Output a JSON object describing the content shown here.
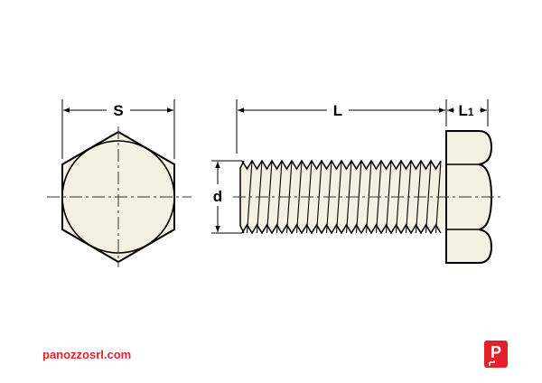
{
  "labels": {
    "s": "S",
    "l": "L",
    "l1_main": "L",
    "l1_sub": "1",
    "d": "d"
  },
  "brand": {
    "url": "panozzosrl.com",
    "logo_letter": "P",
    "color": "#e4202b"
  },
  "colors": {
    "line": "#000000",
    "fill": "#f4f0e2",
    "center_line": "#333333"
  }
}
